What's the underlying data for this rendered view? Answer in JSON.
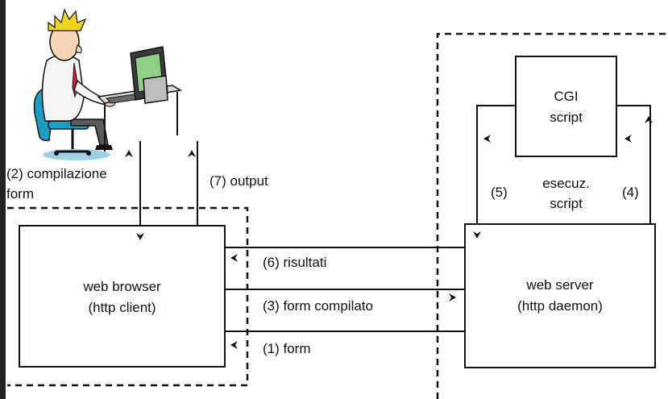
{
  "diagram": {
    "client_side": {
      "browser_box": {
        "line1": "web browser",
        "line2": "(http client)"
      }
    },
    "server_side": {
      "server_box": {
        "line1": "web server",
        "line2": "(http daemon)"
      },
      "cgi_box": {
        "line1": "CGI",
        "line2": "script"
      },
      "exec_label": {
        "line1": "esecuz.",
        "line2": "script"
      },
      "step5": "(5)",
      "step4": "(4)"
    },
    "arrows": {
      "step2": {
        "line1": "(2) compilazione",
        "line2": "form"
      },
      "step7": "(7) output",
      "step6": "(6) risultati",
      "step3": "(3) form compilato",
      "step1": "(1) form"
    }
  }
}
